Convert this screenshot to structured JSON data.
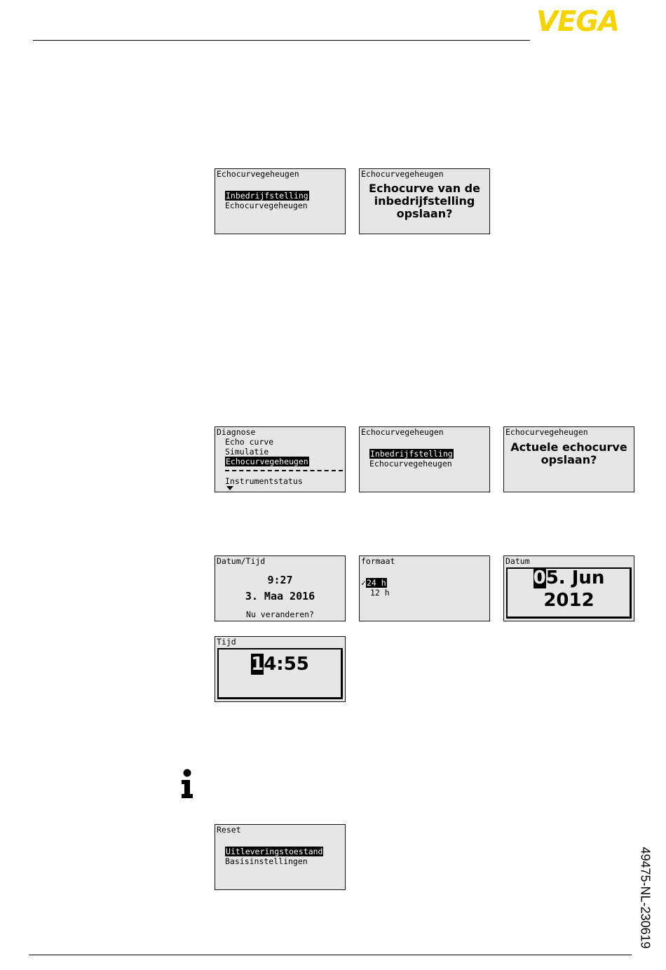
{
  "header": {
    "logo_text": "VEGA",
    "logo_color": "#f5d300"
  },
  "screens": {
    "s1": {
      "title": "Echocurvegeheugen",
      "items": [
        "Inbedrijfstelling",
        "Echocurvegeheugen"
      ],
      "selected_index": 0
    },
    "s2": {
      "title": "Echocurvegeheugen",
      "lines": [
        "Echocurve van de",
        "inbedrijfstelling",
        "opslaan?"
      ]
    },
    "s3": {
      "title": "Diagnose",
      "items": [
        "Echo curve",
        "Simulatie",
        "Echocurvegeheugen"
      ],
      "selected_index": 2,
      "below_divider": "Instrumentstatus",
      "scroll_icon": "arrow-down-icon"
    },
    "s4": {
      "title": "Echocurvegeheugen",
      "items": [
        "Inbedrijfstelling",
        "Echocurvegeheugen"
      ],
      "selected_index": 0
    },
    "s5": {
      "title": "Echocurvegeheugen",
      "lines": [
        "Actuele echocurve",
        "opslaan?"
      ]
    },
    "s6": {
      "title": "Datum/Tijd",
      "time": "9:27",
      "date": "3. Maa 2016",
      "prompt": "Nu veranderen?"
    },
    "s7": {
      "title": "formaat",
      "check_mark": "✓",
      "options": [
        "24 h",
        "12 h"
      ],
      "selected_index": 0
    },
    "s8": {
      "title": "Datum",
      "cursor_char": "0",
      "date_rest": "5. Jun",
      "year": "2012"
    },
    "s9": {
      "title": "Tijd",
      "cursor_char": "1",
      "time_rest": "4:55"
    },
    "s10": {
      "title": "Reset",
      "items": [
        "Uitleveringstoestand",
        "Basisinstellingen"
      ],
      "selected_index": 0
    }
  },
  "footer": {
    "doc_code": "49475-NL-230619"
  }
}
